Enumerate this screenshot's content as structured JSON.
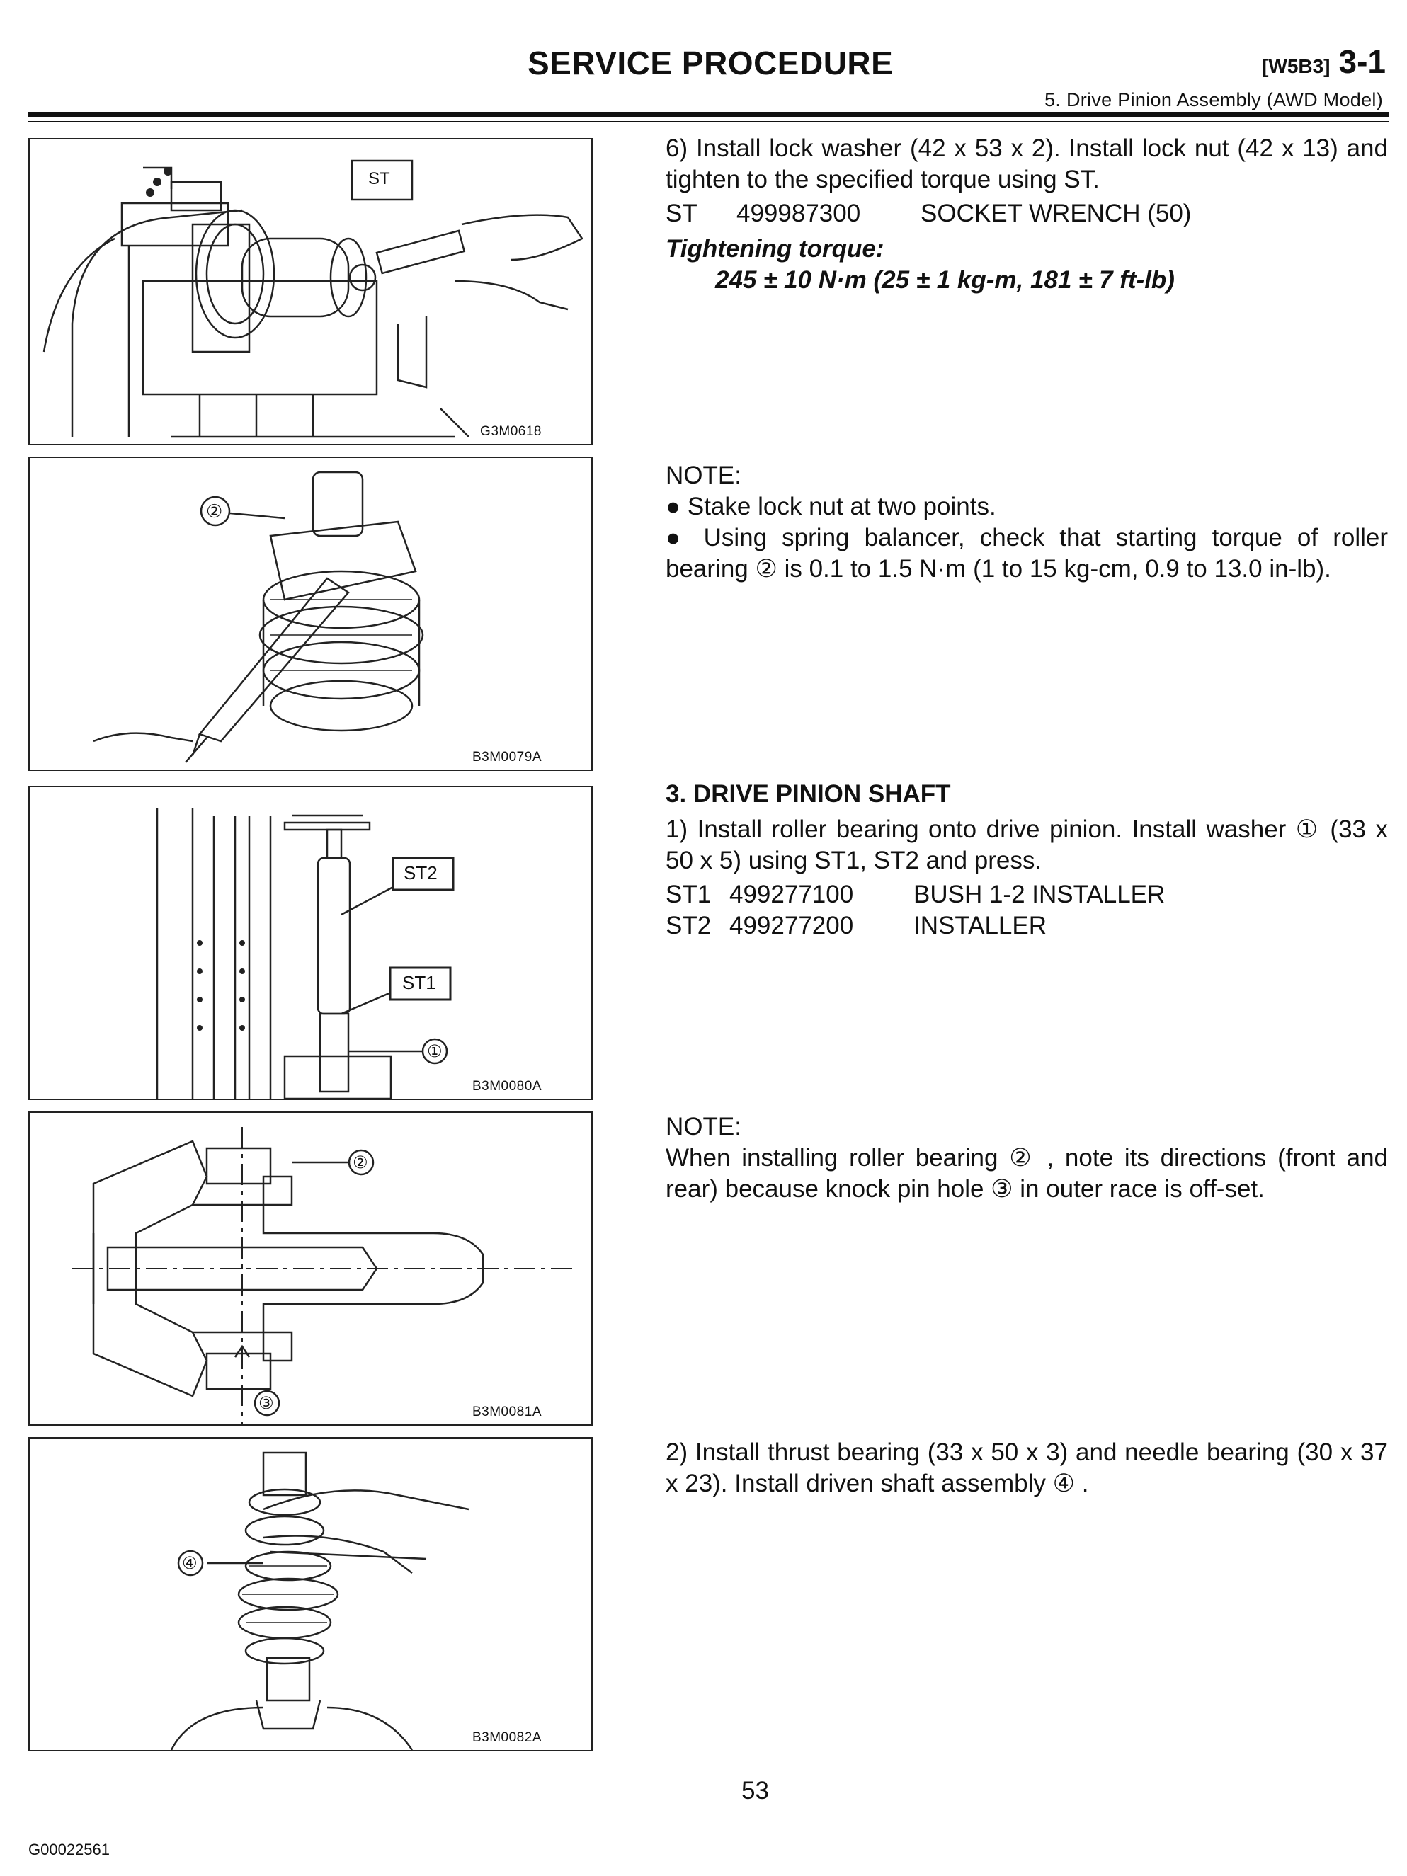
{
  "header": {
    "title": "SERVICE PROCEDURE",
    "code": "[W5B3]",
    "section": "3-1",
    "subtitle": "5. Drive Pinion Assembly (AWD Model)"
  },
  "figures": [
    {
      "code": "G3M0618",
      "labels": [
        "ST"
      ]
    },
    {
      "code": "B3M0079A",
      "labels": [
        "②"
      ]
    },
    {
      "code": "B3M0080A",
      "labels": [
        "ST2",
        "ST1",
        "①"
      ]
    },
    {
      "code": "B3M0081A",
      "labels": [
        "②",
        "③"
      ]
    },
    {
      "code": "B3M0082A",
      "labels": [
        "④"
      ]
    }
  ],
  "text": {
    "b1": {
      "step": "6) Install lock washer (42 x 53 x 2). Install lock nut (42 x 13) and tighten to the specified torque using ST.",
      "tool": {
        "id": "ST",
        "num": "499987300",
        "name": "SOCKET WRENCH (50)"
      },
      "torque_label": "Tightening torque:",
      "torque_value": "245 ± 10 N·m (25 ± 1 kg-m, 181 ± 7 ft-lb)"
    },
    "b2": {
      "note": "NOTE:",
      "bullets": [
        "Stake lock nut at two points.",
        "Using spring balancer, check that starting torque of roller bearing ② is 0.1 to 1.5 N·m (1 to 15 kg-cm, 0.9 to 13.0 in-lb)."
      ]
    },
    "b3": {
      "heading": "3. DRIVE PINION SHAFT",
      "step": "1) Install roller bearing onto drive pinion. Install washer ① (33 x 50 x 5) using ST1, ST2 and press.",
      "tools": [
        {
          "id": "ST1",
          "num": "499277100",
          "name": "BUSH 1-2 INSTALLER"
        },
        {
          "id": "ST2",
          "num": "499277200",
          "name": "INSTALLER"
        }
      ]
    },
    "b4": {
      "note": "NOTE:",
      "body": "When installing roller bearing ② , note its directions (front and rear) because knock pin hole ③ in outer race is off-set."
    },
    "b5": {
      "step": "2) Install thrust bearing (33 x 50 x 3) and needle bearing (30 x 37 x 23). Install driven shaft assembly ④ ."
    }
  },
  "footer": {
    "page": "53",
    "doc_id": "G00022561"
  }
}
